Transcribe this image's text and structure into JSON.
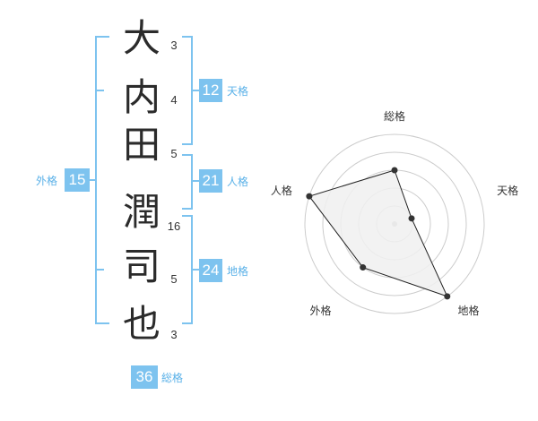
{
  "name": [
    {
      "char": "大",
      "strokes": "3"
    },
    {
      "char": "内",
      "strokes": "4"
    },
    {
      "char": "田",
      "strokes": "5"
    },
    {
      "char": "潤",
      "strokes": "16"
    },
    {
      "char": "司",
      "strokes": "5"
    },
    {
      "char": "也",
      "strokes": "3"
    }
  ],
  "scores": {
    "tenkaku": {
      "value": "12",
      "label": "天格"
    },
    "jinkaku": {
      "value": "21",
      "label": "人格"
    },
    "chikaku": {
      "value": "24",
      "label": "地格"
    },
    "gaikaku": {
      "value": "15",
      "label": "外格"
    },
    "soukaku": {
      "value": "36",
      "label": "総格"
    }
  },
  "chart_data": {
    "type": "radar",
    "axes": [
      "総格",
      "天格",
      "地格",
      "外格",
      "人格"
    ],
    "levels": 5,
    "max": 5,
    "values": [
      3,
      1,
      5,
      3,
      5
    ],
    "colors": {
      "fill": "#f0f0f0",
      "stroke": "#222222",
      "grid": "#cccccc",
      "point": "#333333"
    }
  },
  "colors": {
    "accent": "#7dc3ef",
    "label": "#5ab1e8"
  }
}
